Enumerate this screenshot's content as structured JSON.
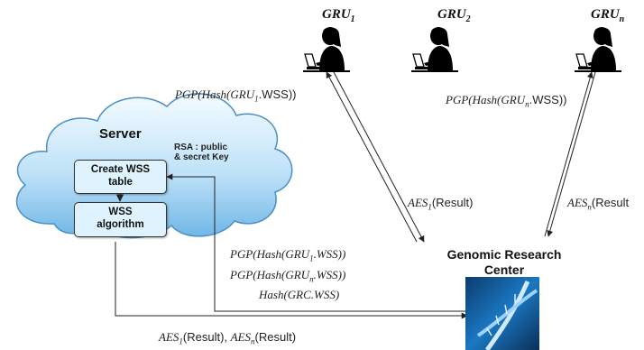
{
  "users": [
    {
      "base": "GRU",
      "sub": "1"
    },
    {
      "base": "GRU",
      "sub": "2"
    },
    {
      "base": "GRU",
      "sub": "n"
    }
  ],
  "server": {
    "title": "Server",
    "rsa_note_line1": "RSA : public",
    "rsa_note_line2": "& secret Key",
    "box1_line1": "Create WSS",
    "box1_line2": "table",
    "box2_line1": "WSS",
    "box2_line2": "algorithm"
  },
  "grc": {
    "line1": "Genomic Research",
    "line2": "Center"
  },
  "labels": {
    "pgp1": {
      "a": "PGP(Hash(GRU",
      "sub": "1",
      "b": ".",
      "c": "WSS",
      "d": "))"
    },
    "pgpn": {
      "a": "PGP(Hash(GRU",
      "sub": "n",
      "b": ".",
      "c": "WSS",
      "d": "))"
    },
    "aes1": {
      "a": "AES",
      "sub": "1",
      "b": "(Result)"
    },
    "aesn": {
      "a": "AES",
      "sub": "n",
      "b": "(Result"
    },
    "mid1": {
      "a": "PGP(Hash(GRU",
      "sub": "1",
      "b": ".WSS))"
    },
    "mid2": {
      "a": "PGP(Hash(GRU",
      "sub": "n",
      "b": ".WSS))"
    },
    "mid3": {
      "a": "Hash(GRC.WSS)"
    },
    "bottom": {
      "a1": "AES",
      "s1": "1",
      "b1": "(Result), ",
      "a2": "AES",
      "s2": "n",
      "b2": "(Result)"
    }
  }
}
